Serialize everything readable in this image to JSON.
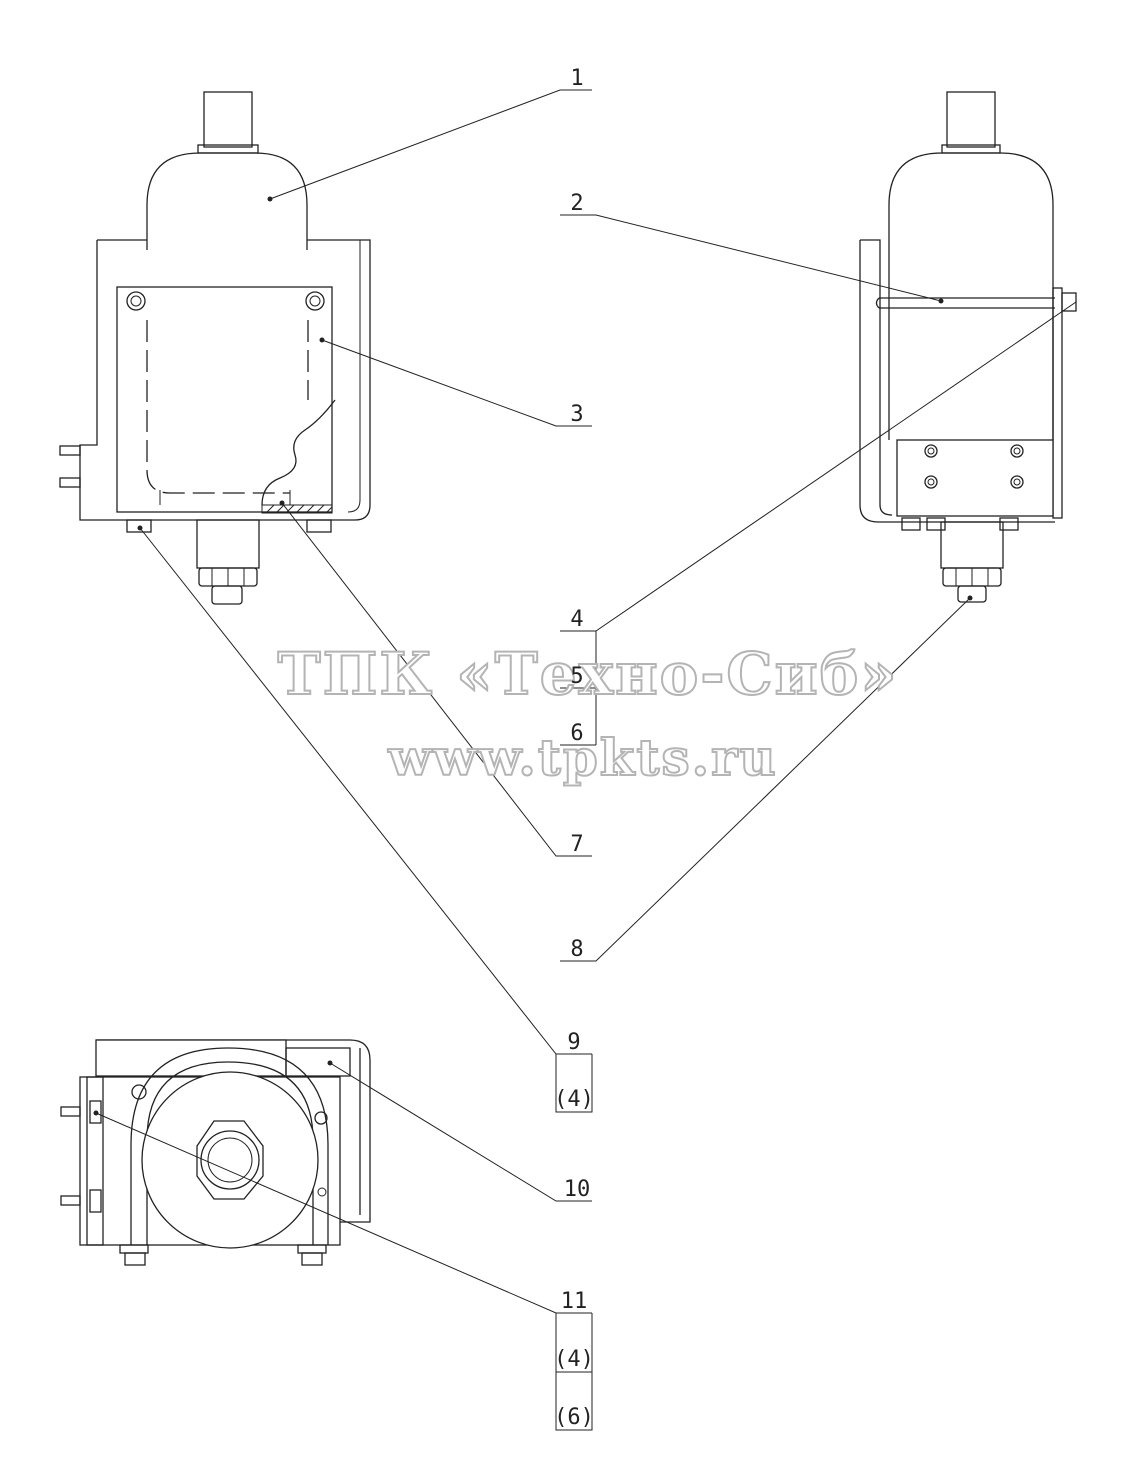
{
  "watermark": {
    "line1": "ТПК «Техно-Сиб»",
    "line2": "www.tpkts.ru"
  },
  "callouts": {
    "c1": "1",
    "c2": "2",
    "c3": "3",
    "c4": "4",
    "c5": "5",
    "c6": "6",
    "c7": "7",
    "c8": "8",
    "c9": "9",
    "c9_qty": "(4)",
    "c10": "10",
    "c11": "11",
    "c11_qty_a": "(4)",
    "c11_qty_b": "(6)"
  }
}
